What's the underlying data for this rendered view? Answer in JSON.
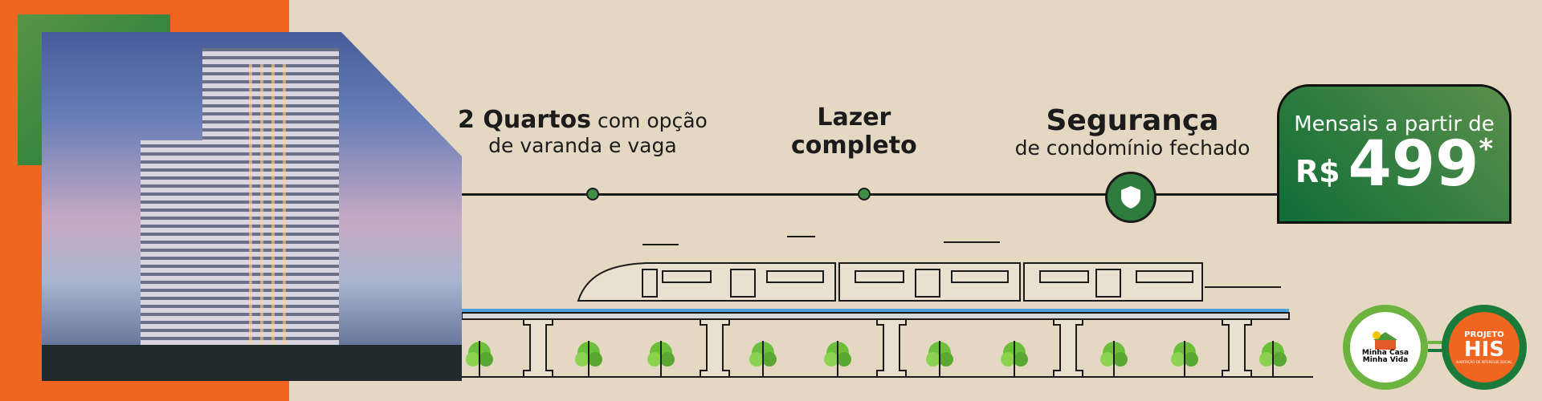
{
  "features": [
    {
      "bold": "2 Quartos",
      "rest": " com opção",
      "line2": "de varanda e vaga"
    },
    {
      "bold": "Lazer",
      "line2": "completo"
    },
    {
      "bold": "Segurança",
      "line2": "de condomínio fechado"
    }
  ],
  "price": {
    "label": "Mensais a partir de",
    "currency": "R$",
    "value": "499",
    "asterisk": "*"
  },
  "logos": {
    "mcmv": "Minha Casa Minha Vida",
    "his_top": "PROJETO",
    "his": "HIS",
    "his_bottom": "HABITAÇÃO DE INTERESSE SOCIAL"
  },
  "colors": {
    "background": "#e4d8c3",
    "orange": "#f0651f",
    "green": "#2f7d3d"
  }
}
